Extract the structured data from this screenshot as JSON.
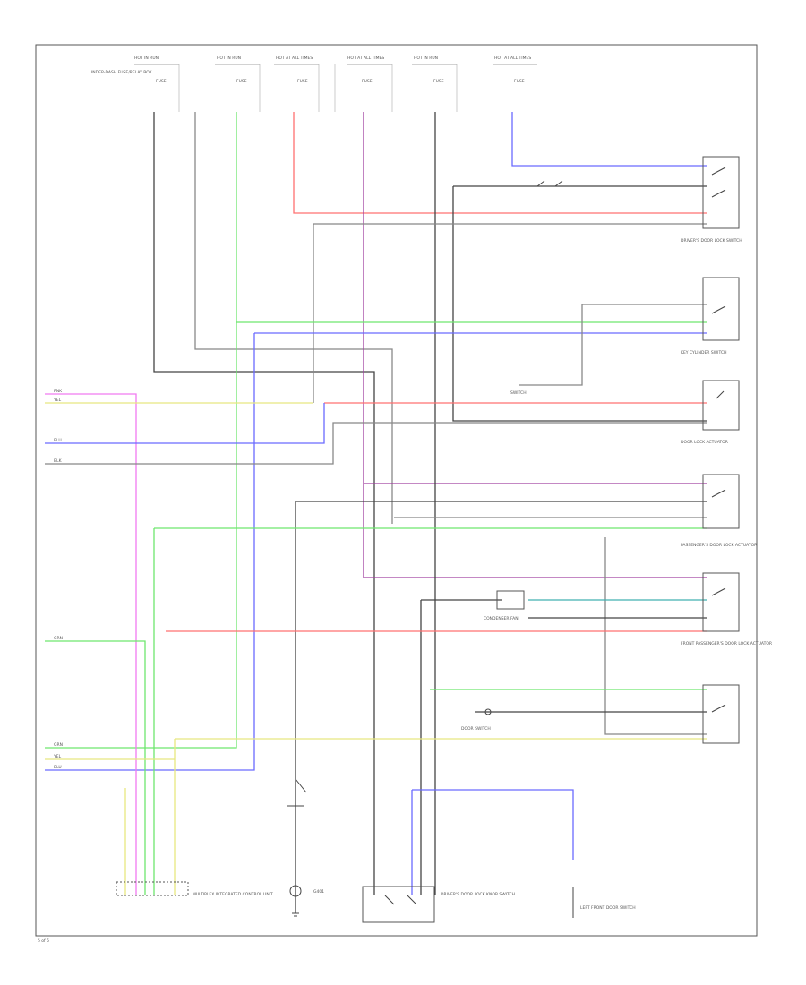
{
  "diagram": {
    "wire_colors": {
      "black": "#444444",
      "gray": "#8a8a8a",
      "green": "#6ee66e",
      "blue": "#6a6aff",
      "red": "#ff7070",
      "pink": "#f07af0",
      "yellow": "#e8e880",
      "purple": "#a040a0",
      "cyan": "#40b0b0",
      "white": "#bbbbbb"
    },
    "fuse_labels": [
      "HOT IN RUN",
      "HOT IN RUN",
      "HOT AT ALL TIMES",
      "HOT AT ALL TIMES",
      "HOT IN RUN",
      "HOT AT ALL TIMES"
    ],
    "fuse_names": [
      "FUSE",
      "FUSE",
      "FUSE",
      "FUSE",
      "FUSE",
      "FUSE"
    ],
    "left_connector_label": "UNDER-DASH FUSE/RELAY BOX",
    "right_components": [
      "DRIVER'S DOOR LOCK SWITCH",
      "KEY CYLINDER SWITCH",
      "DOOR LOCK ACTUATOR",
      "PASSENGER'S DOOR LOCK ACTUATOR",
      "FRONT PASSENGER'S DOOR LOCK ACTUATOR"
    ],
    "mid_labels": [
      "CONDENSER FAN",
      "DOOR SWITCH",
      "SWITCH"
    ],
    "bottom_labels": [
      "MULTIPLEX INTEGRATED CONTROL UNIT",
      "G401",
      "DRIVER'S DOOR LOCK KNOB SWITCH",
      "LEFT FRONT DOOR SWITCH"
    ],
    "left_wire_tags": [
      "PNK",
      "YEL",
      "BLU",
      "BLK",
      "GRN",
      "GRN",
      "YEL",
      "BLU"
    ],
    "corner_tag": "5 of 6"
  }
}
